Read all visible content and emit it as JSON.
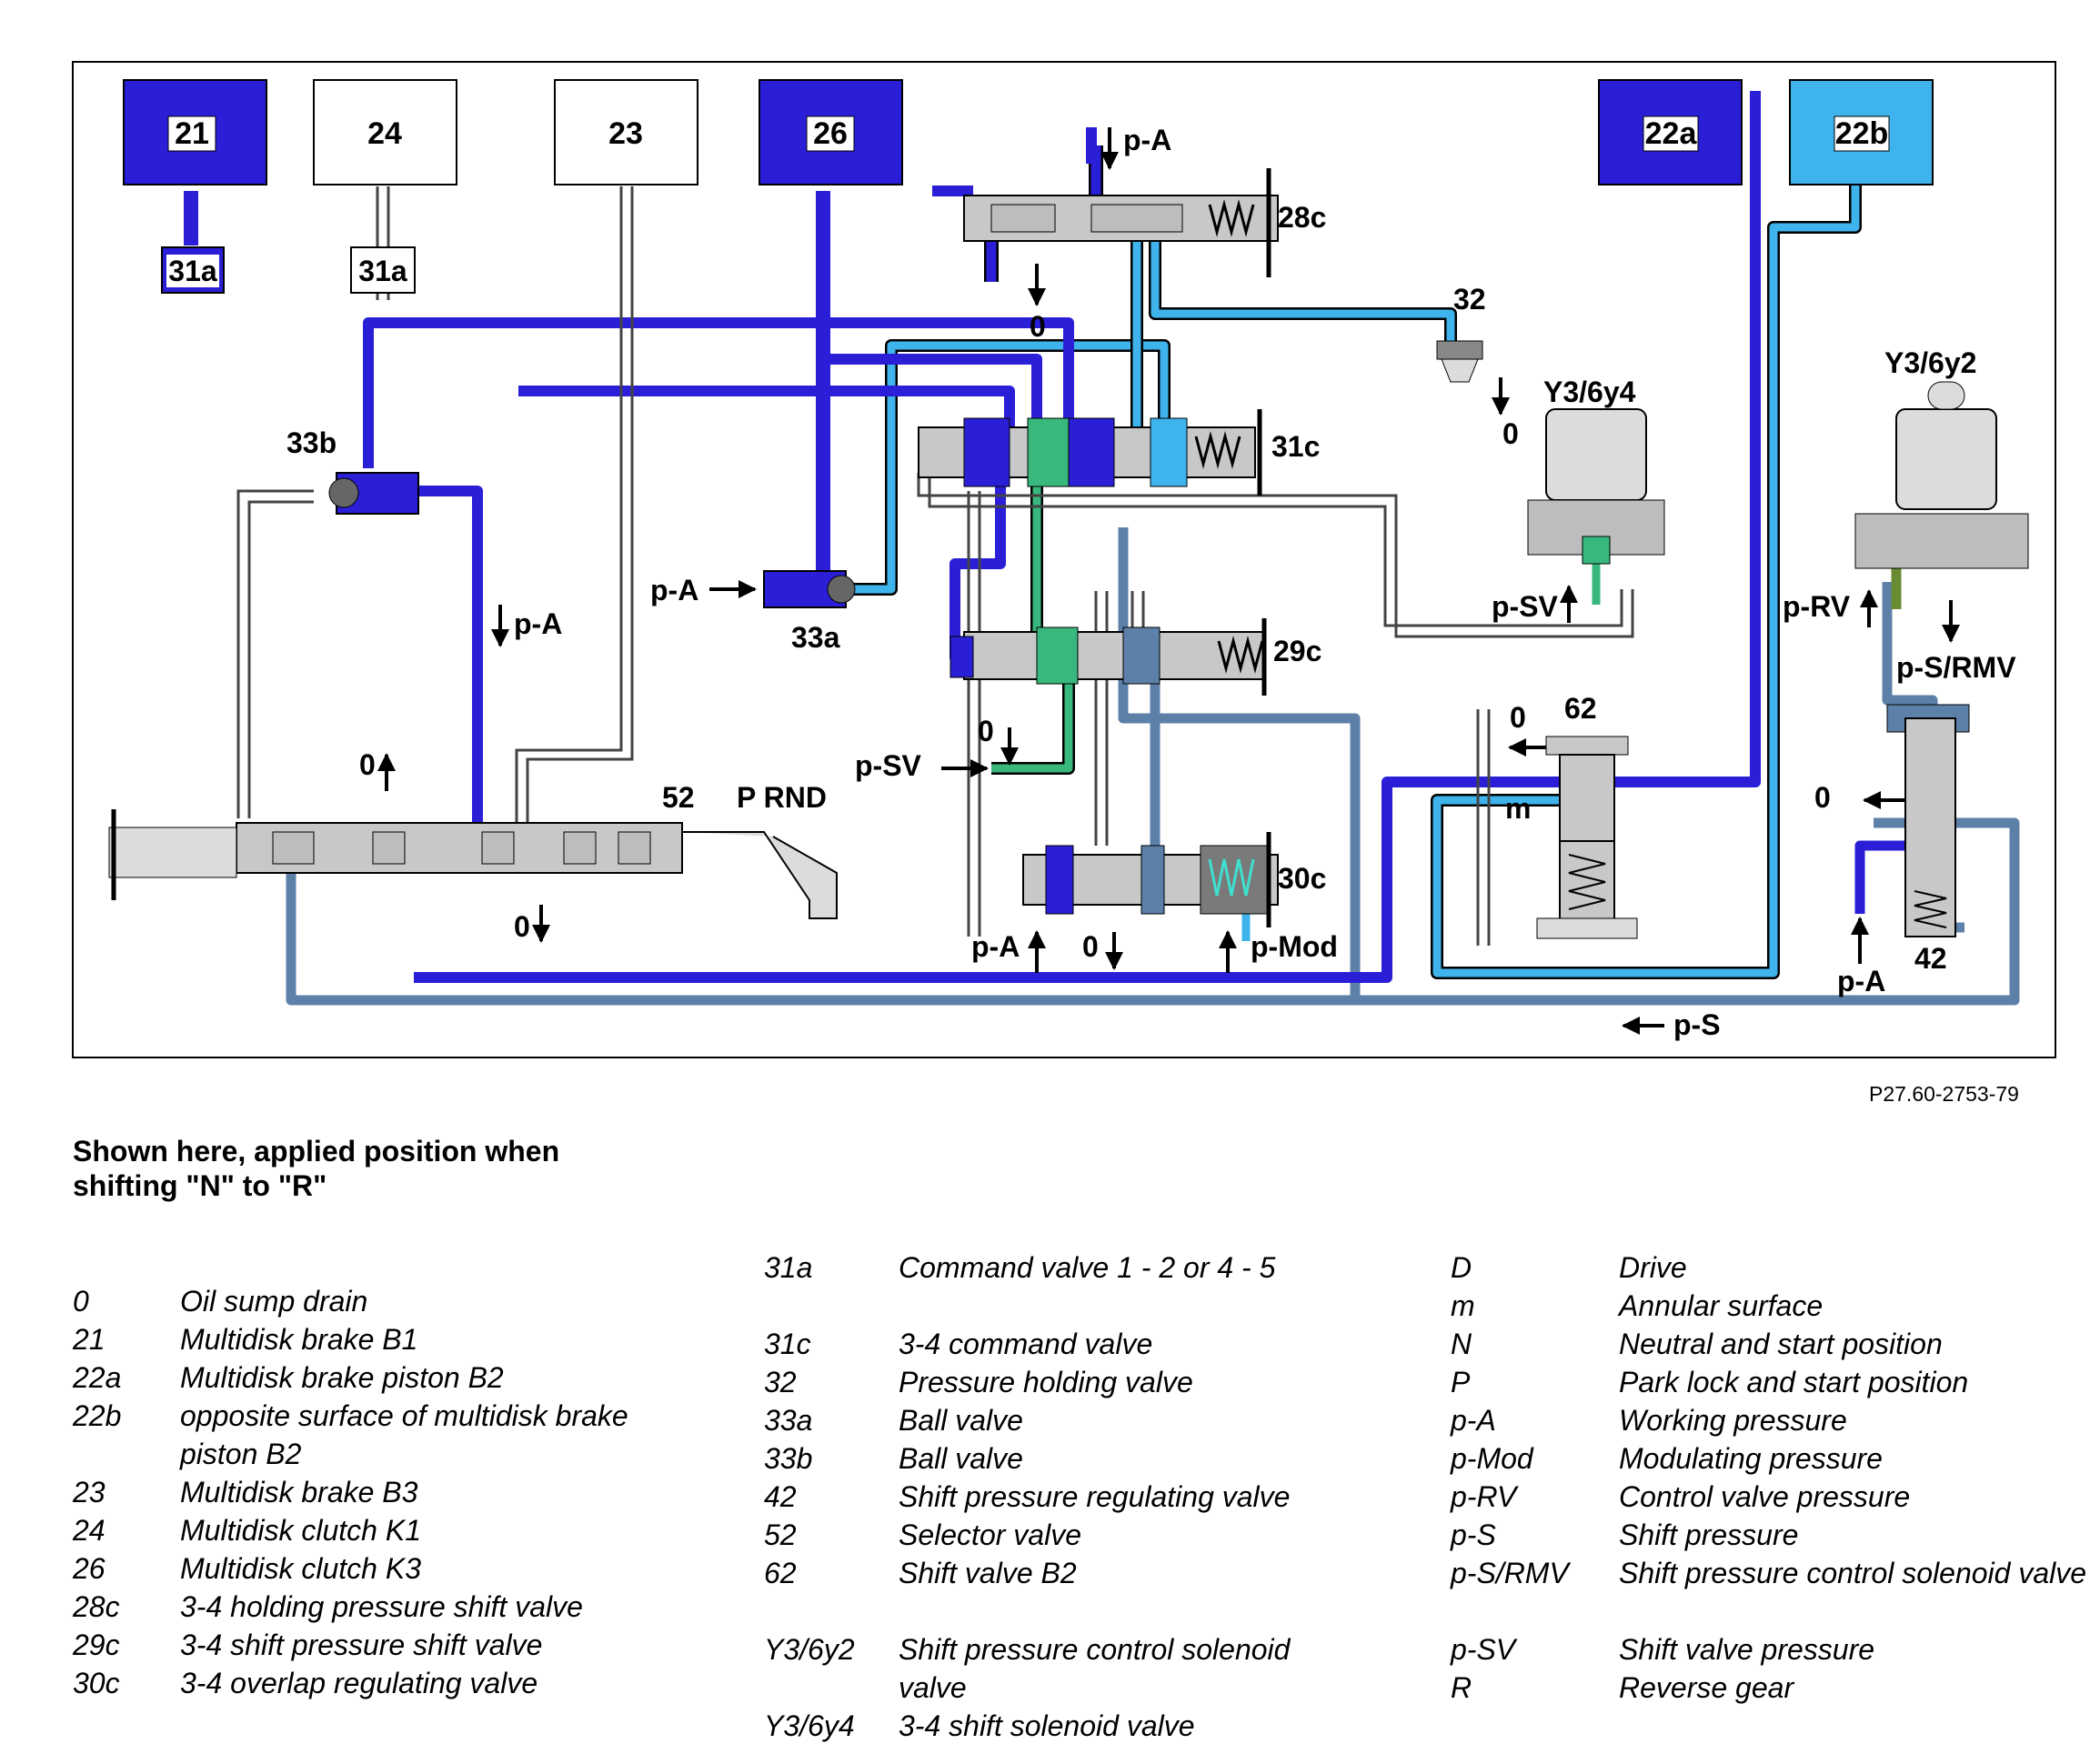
{
  "diagram": {
    "components": {
      "c21": "21",
      "c24": "24",
      "c23": "23",
      "c26": "26",
      "c22a": "22a",
      "c22b": "22b",
      "c31a_1": "31a",
      "c31a_2": "31a"
    },
    "labels": {
      "pA_top": "p-A",
      "v28c": "28c",
      "zero_top": "0",
      "v32": "32",
      "y3_6y4": "Y3/6y4",
      "zero_32": "0",
      "y3_6y2": "Y3/6y2",
      "v33b": "33b",
      "v31c": "31c",
      "pA_left": "p-A",
      "v33a": "33a",
      "pA_mid": "p-A",
      "v29c": "29c",
      "pSV_right": "p-SV",
      "pRV": "p-RV",
      "pS_RMV": "p-S/RMV",
      "zero_62": "0",
      "v62": "62",
      "zero_29c": "0",
      "pSV_left": "p-SV",
      "zero_52up": "0",
      "v52": "52",
      "prnd": "P RND",
      "m": "m",
      "zero_42": "0",
      "v30c": "30c",
      "zero_52dn": "0",
      "pA_30c": "p-A",
      "zero_30c": "0",
      "pMod": "p-Mod",
      "pA_42": "p-A",
      "v42": "42",
      "pS": "p-S"
    },
    "colors": {
      "dark_blue": "#2a1fd6",
      "light_blue": "#3fb4ec",
      "gray_blue": "#5d80a8",
      "green": "#38b87c",
      "valve_gray": "#c8c8c8",
      "frame": "#000000"
    }
  },
  "reference": "P27.60-2753-79",
  "caption": "Shown here, applied position when shifting \"N\" to \"R\"",
  "legend": {
    "col1": [
      {
        "key": "0",
        "value": "Oil sump drain"
      },
      {
        "key": "21",
        "value": "Multidisk brake B1"
      },
      {
        "key": "22a",
        "value": "Multidisk brake piston B2"
      },
      {
        "key": "22b",
        "value": "opposite surface of multidisk brake piston B2"
      },
      {
        "key": "23",
        "value": "Multidisk brake B3"
      },
      {
        "key": "24",
        "value": "Multidisk clutch K1"
      },
      {
        "key": "26",
        "value": "Multidisk clutch K3"
      },
      {
        "key": "28c",
        "value": "3-4 holding pressure shift valve"
      },
      {
        "key": "29c",
        "value": "3-4 shift pressure shift valve"
      },
      {
        "key": "30c",
        "value": "3-4 overlap regulating valve"
      }
    ],
    "col2": [
      {
        "key": "31a",
        "value": "Command valve 1 - 2 or 4 - 5"
      },
      {
        "key": "31c",
        "value": "3-4 command valve"
      },
      {
        "key": "32",
        "value": "Pressure holding valve"
      },
      {
        "key": "33a",
        "value": "Ball valve"
      },
      {
        "key": "33b",
        "value": "Ball valve"
      },
      {
        "key": "42",
        "value": "Shift pressure regulating valve"
      },
      {
        "key": "52",
        "value": "Selector valve"
      },
      {
        "key": "62",
        "value": "Shift valve B2"
      },
      {
        "key": "Y3/6y2",
        "value": "Shift pressure control solenoid valve"
      },
      {
        "key": "Y3/6y4",
        "value": "3-4 shift solenoid valve"
      }
    ],
    "col3": [
      {
        "key": "D",
        "value": "Drive"
      },
      {
        "key": "m",
        "value": "Annular surface"
      },
      {
        "key": "N",
        "value": "Neutral and start position"
      },
      {
        "key": "P",
        "value": "Park lock and start position"
      },
      {
        "key": "p-A",
        "value": "Working pressure"
      },
      {
        "key": "p-Mod",
        "value": "Modulating pressure"
      },
      {
        "key": "p-RV",
        "value": "Control valve pressure"
      },
      {
        "key": "p-S",
        "value": "Shift pressure"
      },
      {
        "key": "p-S/RMV",
        "value": "Shift pressure control solenoid valve"
      },
      {
        "key": "p-SV",
        "value": "Shift valve pressure"
      },
      {
        "key": "R",
        "value": "Reverse gear"
      }
    ]
  }
}
